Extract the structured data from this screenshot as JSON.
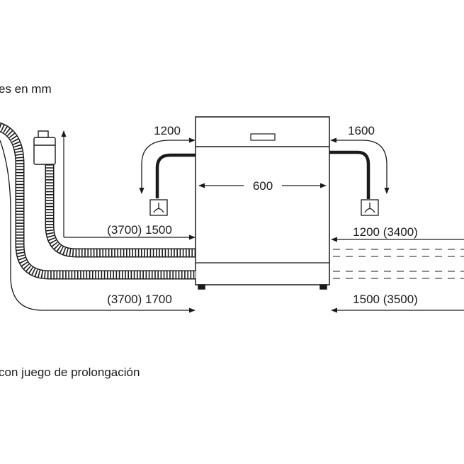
{
  "caption_top": "es en mm",
  "caption_bottom": "con juego de prolongación",
  "dimensions": {
    "width": "600",
    "drain_left": "1200",
    "drain_right": "1600",
    "hose_left_upper": "(3700) 1500",
    "hose_left_lower": "(3700) 1700",
    "hose_right_upper": "1200 (3400)",
    "hose_right_lower": "1500 (3500)"
  },
  "icons": [
    "water-tap-icon",
    "drain-siphon-icon"
  ]
}
